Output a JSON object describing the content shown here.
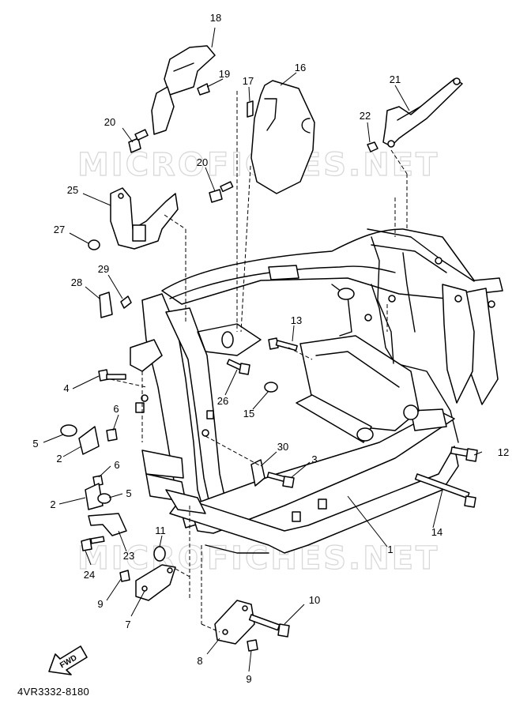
{
  "watermark": "MICROFICHES.NET",
  "document_code": "4VR3332-8180",
  "fwd_label": "FWD",
  "callouts": {
    "c1": "1",
    "c2a": "2",
    "c2b": "2",
    "c3": "3",
    "c4": "4",
    "c5a": "5",
    "c5b": "5",
    "c6a": "6",
    "c6b": "6",
    "c7": "7",
    "c8": "8",
    "c9a": "9",
    "c9b": "9",
    "c10": "10",
    "c11": "11",
    "c12": "12",
    "c13": "13",
    "c14": "14",
    "c15": "15",
    "c16": "16",
    "c17": "17",
    "c18": "18",
    "c19": "19",
    "c20a": "20",
    "c20b": "20",
    "c21": "21",
    "c22": "22",
    "c23": "23",
    "c24": "24",
    "c25": "25",
    "c26": "26",
    "c27": "27",
    "c28": "28",
    "c29": "29",
    "c30": "30"
  }
}
